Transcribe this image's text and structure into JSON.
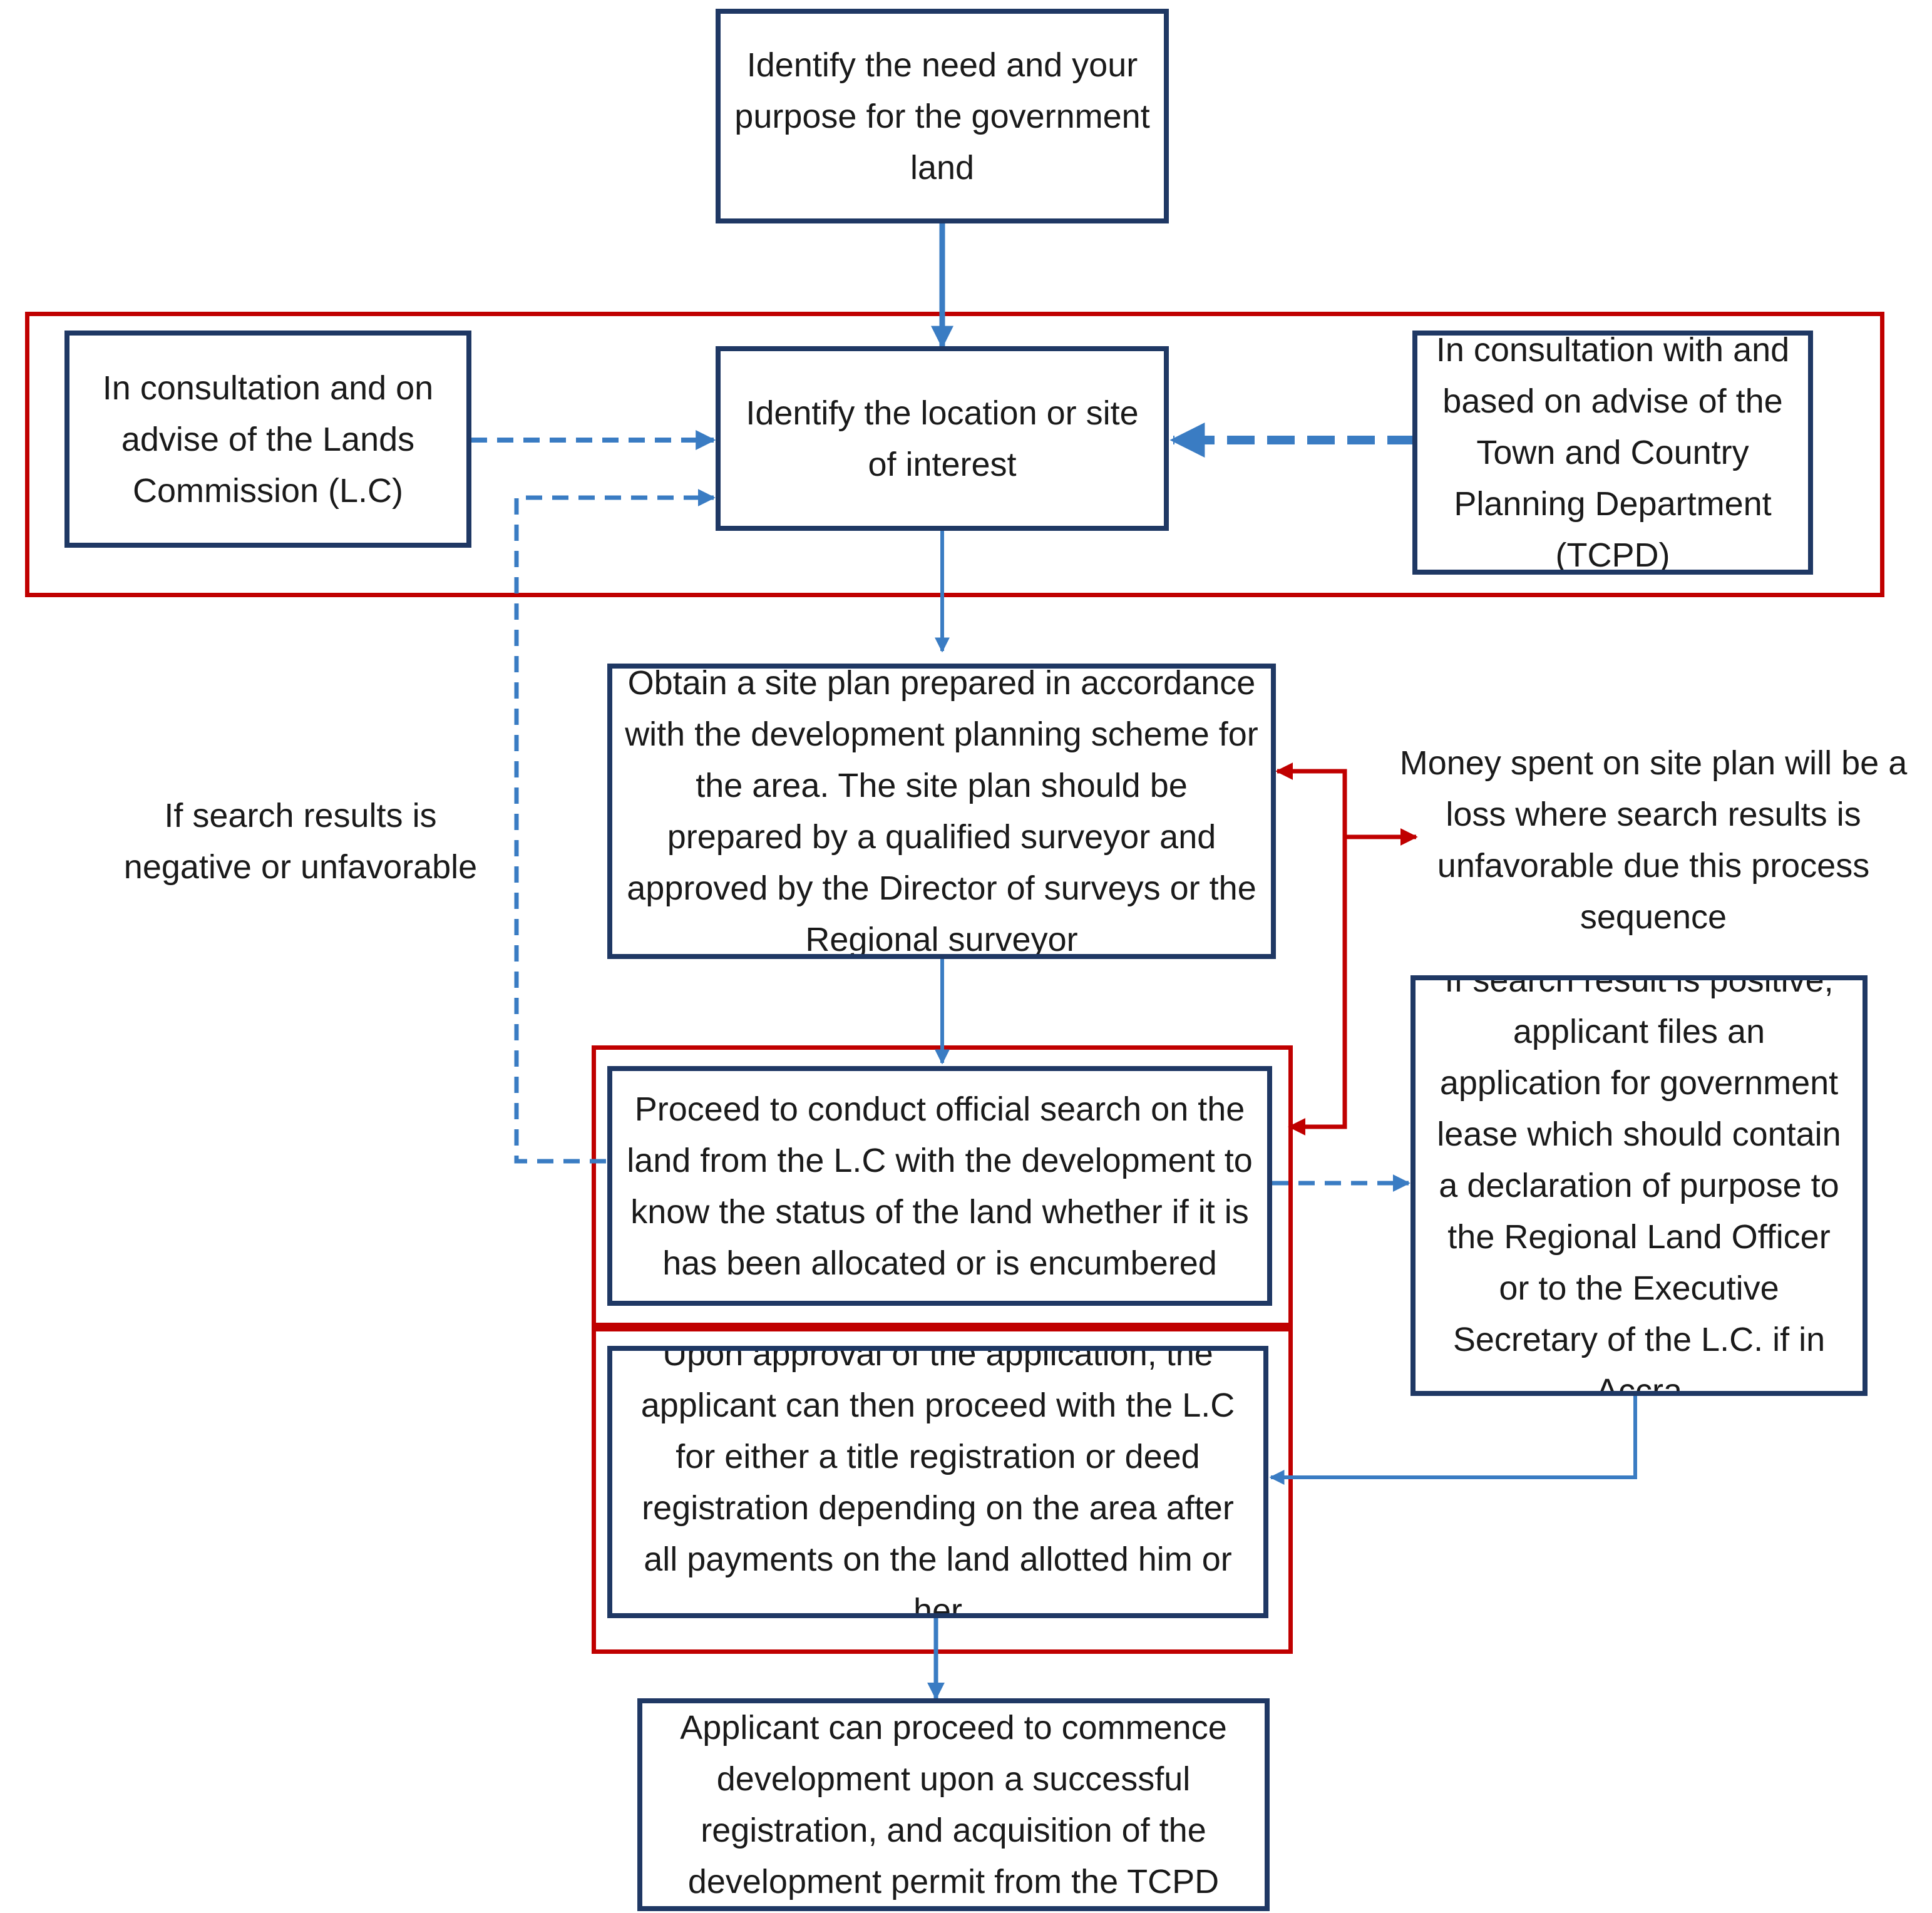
{
  "colors": {
    "box_border": "#1f3864",
    "blue_arrow": "#3a7cc3",
    "red_frame": "#c00000"
  },
  "nodes": {
    "identify_need": "Identify the need and your purpose for the government land",
    "lands_commission": "In consultation and on advise of the Lands Commission (L.C)",
    "identify_location": "Identify the location or site of interest",
    "tcpd_advice": "In consultation with and based on advise of the Town and Country Planning Department (TCPD)",
    "site_plan": "Obtain a site plan prepared in accordance with the development planning scheme for the area. The site plan should be prepared by a qualified surveyor and approved by the Director of surveys or the Regional surveyor",
    "official_search": "Proceed to conduct official search on the land from the L.C with the development to know the status of the land whether if it is has been allocated or is encumbered",
    "positive_result": "If search result is positive, applicant files an application for government lease which should contain a declaration of purpose to the Regional Land Officer or to the Executive Secretary of the L.C. if in Accra",
    "approval": "Upon approval of the application, the applicant can then proceed with the L.C for either a title registration or deed registration depending on the area after all payments on the land allotted him or her",
    "commence": "Applicant can proceed to commence development upon a successful registration, and acquisition of the development permit from the TCPD"
  },
  "notes": {
    "negative": "If search results is negative or unfavorable",
    "money_loss": "Money spent on site plan will be a loss where search results is unfavorable due this process sequence"
  }
}
